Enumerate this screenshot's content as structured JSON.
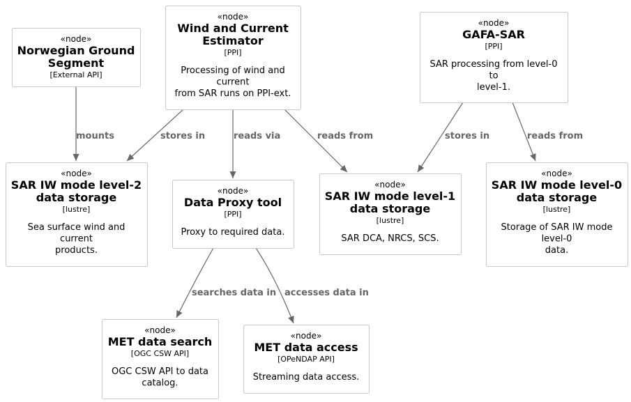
{
  "nodes": [
    {
      "id": "ngs",
      "stereotype": "«node»",
      "title": [
        "Norwegian Ground",
        "Segment"
      ],
      "tech": "[External API]",
      "description": []
    },
    {
      "id": "wce",
      "stereotype": "«node»",
      "title": [
        "Wind and Current",
        "Estimator"
      ],
      "tech": "[PPI]",
      "description": [
        "Processing of wind and",
        "current",
        "from SAR runs on PPI-ext."
      ]
    },
    {
      "id": "gafa",
      "stereotype": "«node»",
      "title": [
        "GAFA-SAR"
      ],
      "tech": "[PPI]",
      "description": [
        "SAR processing from level-0",
        "to",
        "level-1."
      ]
    },
    {
      "id": "l2",
      "stereotype": "«node»",
      "title": [
        "SAR IW mode level-2",
        "data storage"
      ],
      "tech": "[lustre]",
      "description": [
        "Sea surface wind and",
        "current",
        "products."
      ]
    },
    {
      "id": "proxy",
      "stereotype": "«node»",
      "title": [
        "Data Proxy tool"
      ],
      "tech": "[PPI]",
      "description": [
        "Proxy to required data."
      ]
    },
    {
      "id": "l1",
      "stereotype": "«node»",
      "title": [
        "SAR IW mode level-1",
        "data storage"
      ],
      "tech": "[lustre]",
      "description": [
        "SAR DCA, NRCS, SCS."
      ]
    },
    {
      "id": "l0",
      "stereotype": "«node»",
      "title": [
        "SAR IW mode level-0",
        "data storage"
      ],
      "tech": "[lustre]",
      "description": [
        "Storage of SAR IW mode",
        "level-0",
        "data."
      ]
    },
    {
      "id": "search",
      "stereotype": "«node»",
      "title": [
        "MET data search"
      ],
      "tech": "[OGC CSW API]",
      "description": [
        "OGC CSW API to data",
        "catalog."
      ]
    },
    {
      "id": "access",
      "stereotype": "«node»",
      "title": [
        "MET data access"
      ],
      "tech": "[OPeNDAP API]",
      "description": [
        "Streaming data access."
      ]
    }
  ],
  "edges": [
    {
      "from": "ngs",
      "to": "l2",
      "label": "mounts"
    },
    {
      "from": "wce",
      "to": "l2",
      "label": "stores in"
    },
    {
      "from": "wce",
      "to": "proxy",
      "label": "reads via"
    },
    {
      "from": "wce",
      "to": "l1",
      "label": "reads from"
    },
    {
      "from": "gafa",
      "to": "l1",
      "label": "stores in"
    },
    {
      "from": "gafa",
      "to": "l0",
      "label": "reads from"
    },
    {
      "from": "proxy",
      "to": "search",
      "label": "searches data in"
    },
    {
      "from": "proxy",
      "to": "access",
      "label": "accesses data in"
    }
  ]
}
